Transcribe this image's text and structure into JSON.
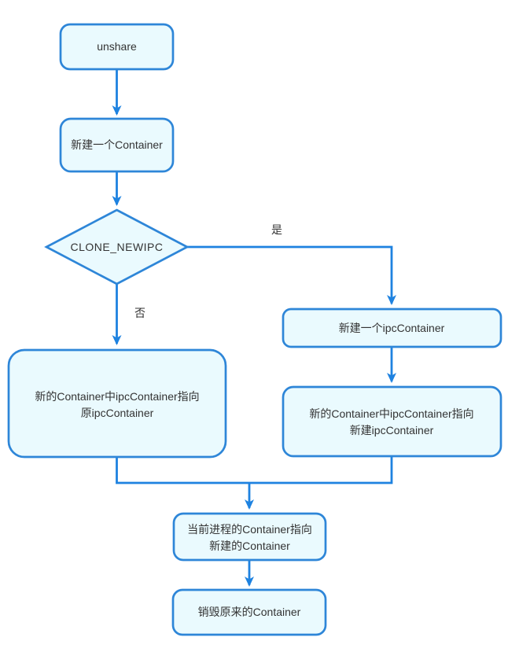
{
  "nodes": {
    "unshare": {
      "label": "unshare"
    },
    "new_container": {
      "label": "新建一个Container"
    },
    "decision": {
      "label": "CLONE_NEWIPC"
    },
    "new_ipc_container": {
      "label": "新建一个ipcContainer"
    },
    "point_orig": {
      "line1": "新的Container中ipcContainer指向",
      "line2": "原ipcContainer"
    },
    "point_new": {
      "line1": "新的Container中ipcContainer指向",
      "line2": "新建ipcContainer"
    },
    "current_container": {
      "line1": "当前进程的Container指向",
      "line2": "新建的Container"
    },
    "destroy": {
      "label": "销毁原来的Container"
    }
  },
  "edge_labels": {
    "yes": "是",
    "no": "否"
  },
  "colors": {
    "node_border": "#2E86D8",
    "node_fill": "#EAFAFE",
    "connector": "#1E82E0",
    "label_text": "#333333"
  }
}
